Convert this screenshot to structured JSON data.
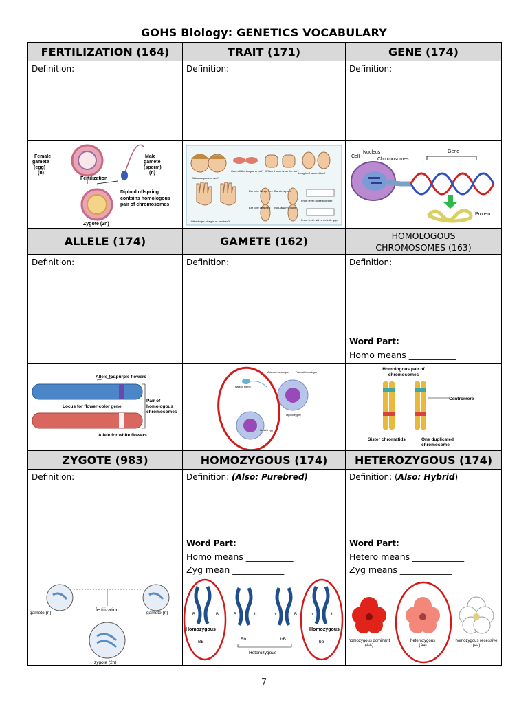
{
  "document": {
    "title": "GOHS Biology: GENETICS VOCABULARY",
    "page_number": "7"
  },
  "row1": {
    "headers": [
      "FERTILIZATION (164)",
      "TRAIT (171)",
      "GENE (174)"
    ],
    "definition_label": "Definition:",
    "fertilization_img": {
      "female": [
        "Female",
        "gamete",
        "(egg)",
        "(n)"
      ],
      "male": [
        "Male",
        "gamete",
        "(sperm)",
        "(n)"
      ],
      "fertilization": "Fertilization",
      "diploid": [
        "Diploid offspring",
        "contains homologous",
        "pair of chromosomes"
      ],
      "zygote": "Zygote (2n)"
    },
    "trait_img": {
      "captions": [
        "Widow's peak or not?",
        "Can roll the tongue or not?",
        "Which thumb is on the top?",
        "Length of second toe?",
        "Ear lobe hangs free",
        "Ear lobe attached",
        "Darwin's point",
        "No Darwin's point",
        "Front teeth close together",
        "Front teeth with a definite gap",
        "Little finger straight or crooked?"
      ]
    },
    "gene_img": {
      "cell": "Cell",
      "nucleus": "Nucleus",
      "chromosomes": "Chromosomes",
      "gene": "Gene",
      "protein": "Protein"
    }
  },
  "row2": {
    "headers": [
      "ALLELE (174)",
      "GAMETE (162)"
    ],
    "header3_lines": [
      "HOMOLOGOUS",
      "CHROMOSOMES (163)"
    ],
    "definition_label": "Definition:",
    "word_part_title": "Word Part:",
    "homo_line": "Homo means ___________",
    "allele_img": {
      "purple": "Allele for purple flowers",
      "locus": "Locus for flower-color gene",
      "pair": [
        "Pair of",
        "homologous",
        "chromosomes"
      ],
      "white": "Allele for white flowers"
    },
    "gamete_img": {
      "labels": [
        "Haploid sperm",
        "Maternal homologue",
        "Paternal homologue",
        "Diploid zygote",
        "Haploid egg"
      ]
    },
    "homologous_img": {
      "title": [
        "Homologous pair of",
        "chromosomes"
      ],
      "centromere": "Centromere",
      "sister": "Sister chromatids",
      "one_dup": [
        "One duplicated",
        "chromosome"
      ]
    }
  },
  "row3": {
    "headers": [
      "ZYGOTE (983)",
      "HOMOZYGOUS (174)",
      "HETEROZYGOUS (174)"
    ],
    "definition_label": "Definition:",
    "homozygous_def_extra": "(Also: Purebred)",
    "heterozygous_def_prefix": "Definition: (",
    "heterozygous_def_extra": "Also: Hybrid",
    "heterozygous_def_suffix": ")",
    "word_part_title": "Word Part:",
    "homo_line": "Homo means ___________",
    "zyg_line": "Zyg mean ____________",
    "hetero_line": "Hetero means ____________",
    "zyg_line2": "Zyg means ____________",
    "zygote_img": {
      "gamete_left": "gamete (n)",
      "gamete_right": "gamete (n)",
      "fertilization": "fertilization",
      "zygote": "zygote (2n)"
    },
    "homozygous_img": {
      "homo_left": "Homozygous",
      "bb_upper": "BB",
      "homo_right": "Homozygous",
      "bb_lower": "bb",
      "het1": "Bb",
      "het2": "bB",
      "heterozygous": "Heterozygous",
      "allele_B": "B",
      "allele_b": "b"
    },
    "hetero_img": {
      "dominant": [
        "homozygous dominant",
        "(AA)"
      ],
      "het": [
        "heterozygous",
        "(Aa)"
      ],
      "recessive": [
        "homozygous recessive",
        "(aa)"
      ]
    }
  },
  "colors": {
    "header_bg": "#d9d9d9",
    "circle_red": "#d31a1a",
    "chromosome_blue": "#1f4e8c",
    "allele_blue": "#4a86c8",
    "allele_red": "#d9675f",
    "flower_red": "#e2231a",
    "flower_pink": "#f2877a"
  }
}
